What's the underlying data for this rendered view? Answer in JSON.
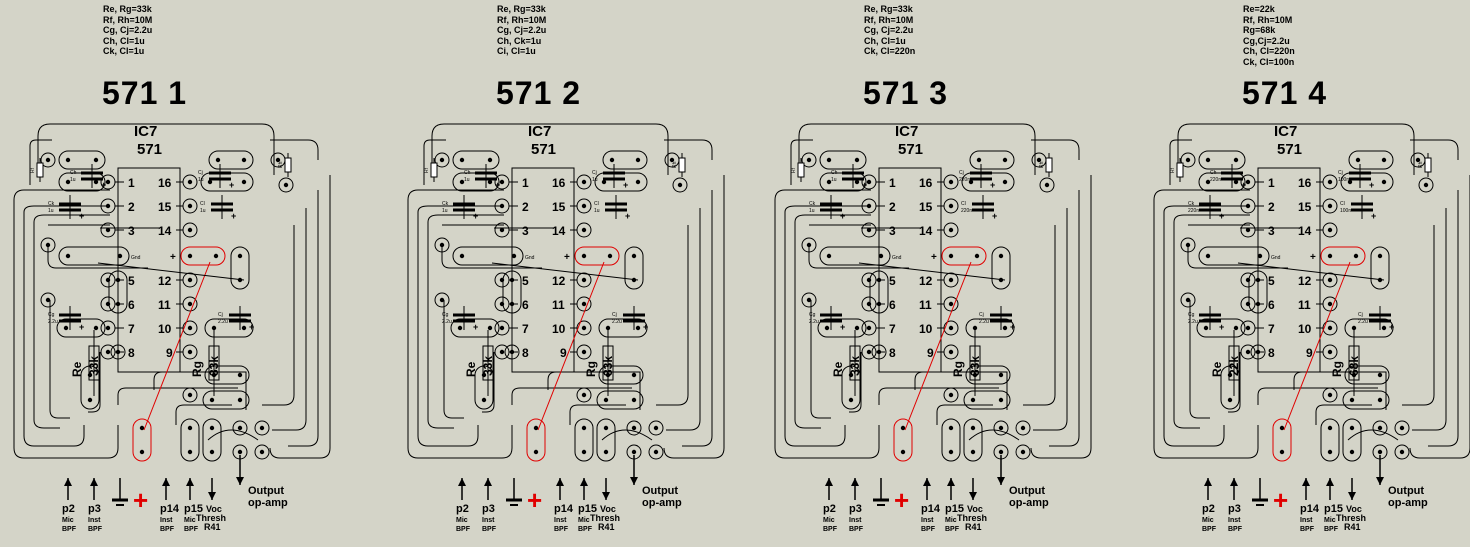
{
  "panels": [
    {
      "title": "571  1",
      "notes": [
        "Re, Rg=33k",
        "Rf, Rh=10M",
        "Cg, Cj=2.2u",
        "Ch, Cl=1u",
        "Ck, Cl=1u"
      ],
      "re_value": "33k",
      "rg_value": "33k",
      "caps": {
        "ch": "1u",
        "cj": "1u",
        "ck": "1u",
        "cl": "1u",
        "cg": "2.2u",
        "cj2": "2.2u"
      }
    },
    {
      "title": "571  2",
      "notes": [
        "Re, Rg=33k",
        "Rf, Rh=10M",
        "Cg, Cj=2.2u",
        "Ch, Ck=1u",
        "Ci, Cl=1u"
      ],
      "re_value": "33k",
      "rg_value": "33k",
      "caps": {
        "ch": "1u",
        "cj": "1u",
        "ck": "1u",
        "cl": "1u",
        "cg": "2.2u",
        "cj2": "2.2u"
      }
    },
    {
      "title": "571  3",
      "notes": [
        "Re, Rg=33k",
        "Rf, Rh=10M",
        "Cg, Cj=2.2u",
        "Ch, Cl=1u",
        "Ck, Cl=220n"
      ],
      "re_value": "33k",
      "rg_value": "33k",
      "caps": {
        "ch": "1u",
        "cj": "220n",
        "ck": "1u",
        "cl": "220n",
        "cg": "2.2u",
        "cj2": "2.2u"
      }
    },
    {
      "title": "571  4",
      "notes": [
        "Re=22k",
        "Rf, Rh=10M",
        "Rg=68k",
        "Cg,Cj=2.2u",
        "Ch, Cl=220n",
        "Ck, Cl=100n"
      ],
      "re_value": "22k",
      "rg_value": "68k",
      "caps": {
        "ch": "220n",
        "cj": "100n",
        "ck": "220n",
        "cl": "100n",
        "cg": "2.2u",
        "cj2": "2.2u"
      }
    }
  ],
  "ic": {
    "name": "IC7",
    "part": "571"
  },
  "pins_left": [
    "1",
    "2",
    "3",
    "",
    "5",
    "6",
    "7",
    "8"
  ],
  "pins_right": [
    "16",
    "15",
    "14",
    "",
    "12",
    "11",
    "10",
    "9"
  ],
  "gnd_label": "Gnd",
  "rail_plus": "+",
  "labels": {
    "re": "Re",
    "rg": "Rg",
    "ch": "Ch",
    "cj": "Cj",
    "ck": "Ck",
    "cl": "Cl",
    "cg": "Cg",
    "rf": "Rf",
    "rh": "Rh"
  },
  "connectors": [
    {
      "l1": "p2",
      "l2": "Mic",
      "l3": "BPF"
    },
    {
      "l1": "p3",
      "l2": "Inst",
      "l3": "BPF"
    },
    {
      "l1": "",
      "l2": "",
      "l3": ""
    },
    {
      "l1": "+",
      "l2": "",
      "l3": ""
    },
    {
      "l1": "p14",
      "l2": "Inst",
      "l3": "BPF"
    },
    {
      "l1": "p15",
      "l2": "Mic",
      "l3": "BPF"
    },
    {
      "l1": "Voc",
      "l2": "Thresh",
      "l3": "R41"
    },
    {
      "l1": "Output",
      "l2": "op-amp",
      "l3": ""
    }
  ],
  "colors": {
    "background": "#d4d4c8",
    "trace": "#000000",
    "power": "#e00000"
  }
}
